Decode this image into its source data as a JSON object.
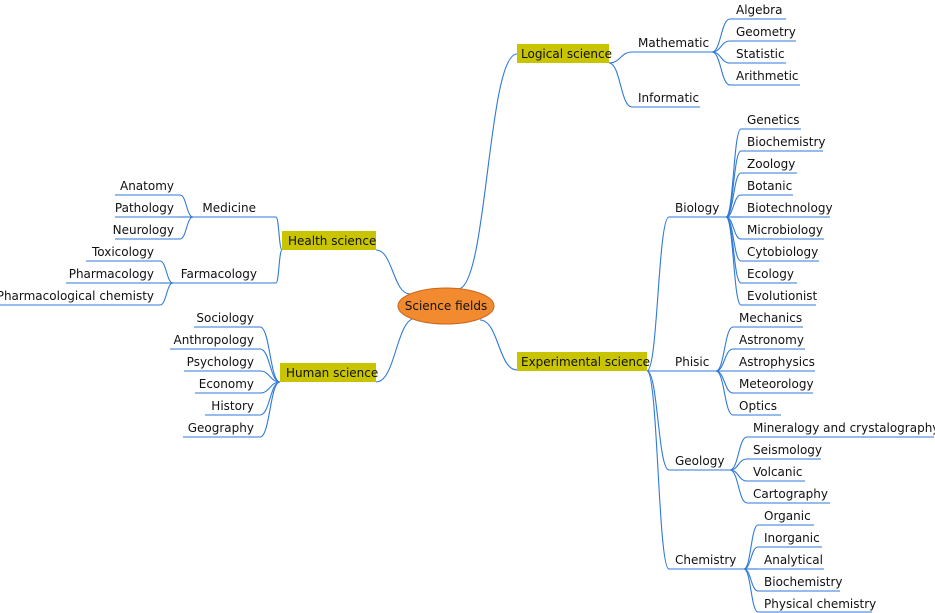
{
  "colors": {
    "edge": "#2f7ad8",
    "branch_fill": "#c8c400",
    "root_fill": "#f28a30",
    "root_stroke": "#c9661c",
    "text": "#111111"
  },
  "root": {
    "label": "Science fields"
  },
  "branches": [
    {
      "label": "Logical science",
      "children": [
        {
          "label": "Mathematic",
          "children": [
            "Algebra",
            "Geometry",
            "Statistic",
            "Arithmetic"
          ]
        },
        {
          "label": "Informatic",
          "children": []
        }
      ]
    },
    {
      "label": "Experimental science",
      "children": [
        {
          "label": "Biology",
          "children": [
            "Genetics",
            "Biochemistry",
            "Zoology",
            "Botanic",
            "Biotechnology",
            "Microbiology",
            "Cytobiology",
            "Ecology",
            "Evolutionist"
          ]
        },
        {
          "label": "Phisic",
          "children": [
            "Mechanics",
            "Astronomy",
            "Astrophysics",
            "Meteorology",
            "Optics"
          ]
        },
        {
          "label": "Geology",
          "children": [
            "Mineralogy and crystalography",
            "Seismology",
            "Volcanic",
            "Cartography"
          ]
        },
        {
          "label": "Chemistry",
          "children": [
            "Organic",
            "Inorganic",
            "Analytical",
            "Biochemistry",
            "Physical chemistry"
          ]
        }
      ]
    },
    {
      "label": "Health science",
      "children": [
        {
          "label": "Medicine",
          "children": [
            "Anatomy",
            "Pathology",
            "Neurology"
          ]
        },
        {
          "label": "Farmacology",
          "children": [
            "Toxicology",
            "Pharmacology",
            "Pharmacological chemisty"
          ]
        }
      ]
    },
    {
      "label": "Human science",
      "children": [
        {
          "label": "Sociology",
          "children": []
        },
        {
          "label": "Anthropology",
          "children": []
        },
        {
          "label": "Psychology",
          "children": []
        },
        {
          "label": "Economy",
          "children": []
        },
        {
          "label": "History",
          "children": []
        },
        {
          "label": "Geography",
          "children": []
        }
      ]
    }
  ]
}
